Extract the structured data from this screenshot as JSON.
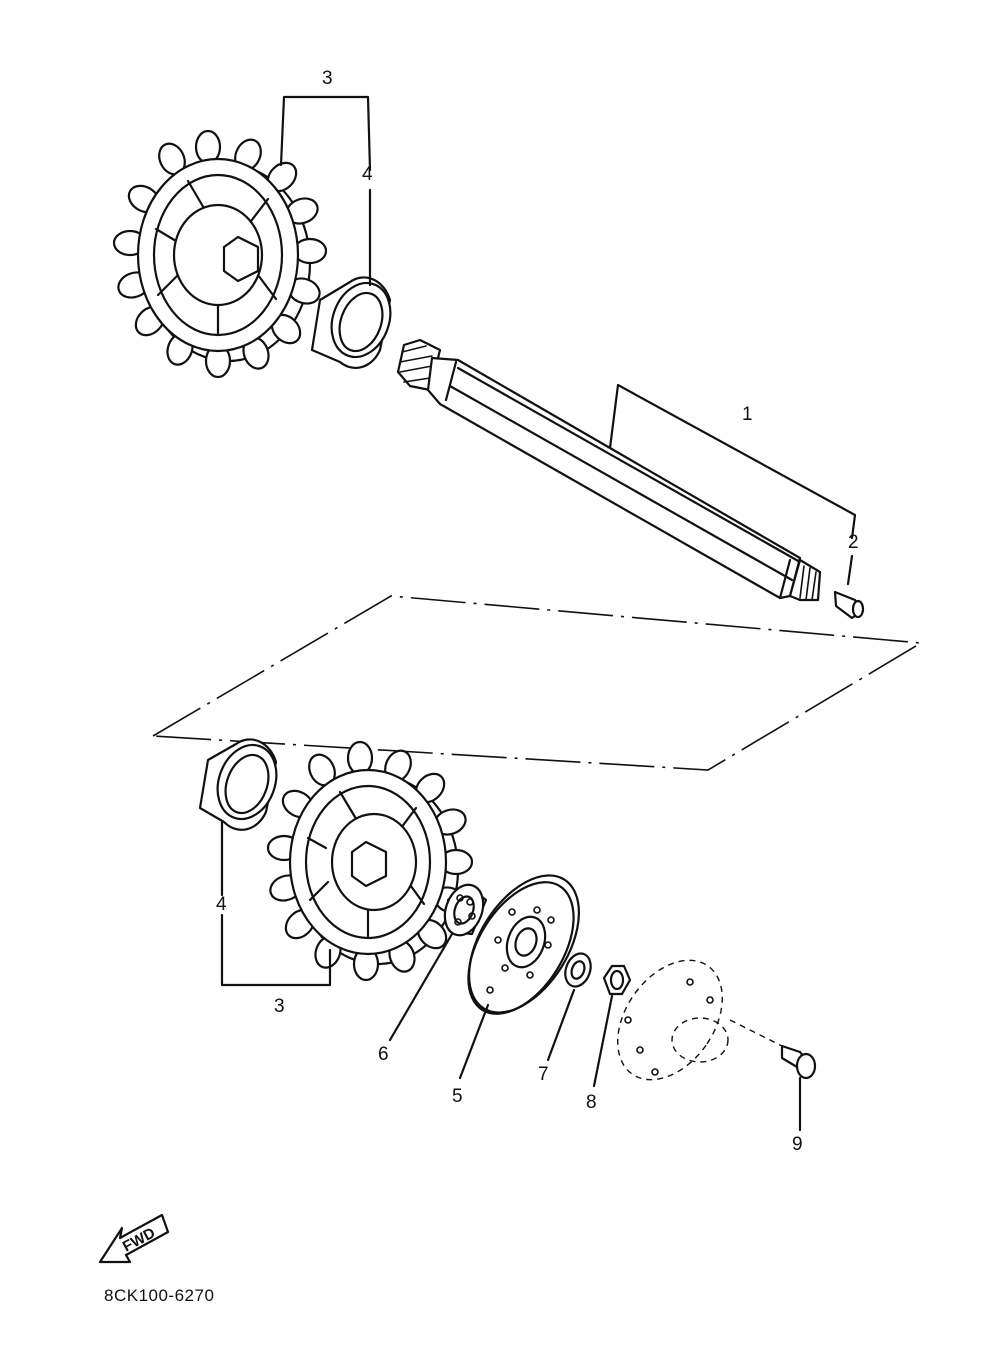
{
  "diagram": {
    "callouts": {
      "c1": "1",
      "c2": "2",
      "c3_top": "3",
      "c4_top": "4",
      "c3_bottom": "3",
      "c4_bottom": "4",
      "c5": "5",
      "c6": "6",
      "c7": "7",
      "c8": "8",
      "c9": "9"
    },
    "fwd_label": "FWD",
    "drawing_code": "8CK100-6270"
  },
  "icons": {
    "forward_arrow": "fwd-arrow-icon"
  }
}
